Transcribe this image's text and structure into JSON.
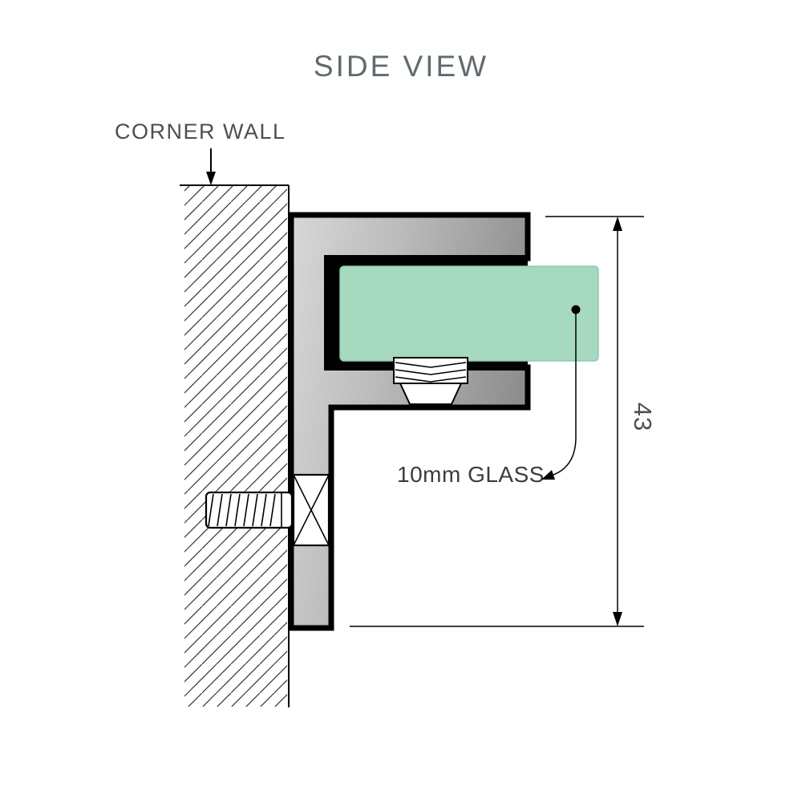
{
  "title": "SIDE VIEW",
  "labels": {
    "corner_wall": "CORNER WALL",
    "glass": "10mm GLASS",
    "dimension": "43"
  },
  "colors": {
    "glass_fill": "#a6d9bf",
    "glass_edge": "#8fcbad",
    "metal_light": "#d8d8d8",
    "metal_dark": "#8e8e8e",
    "outline": "#000000",
    "title_text": "#5e6b6e",
    "label_text": "#3c3c3c",
    "dimension_text": "#4f4f4f"
  },
  "dimension": {
    "value": 43,
    "unit": "mm (implied)",
    "applies_to": "bracket height"
  }
}
